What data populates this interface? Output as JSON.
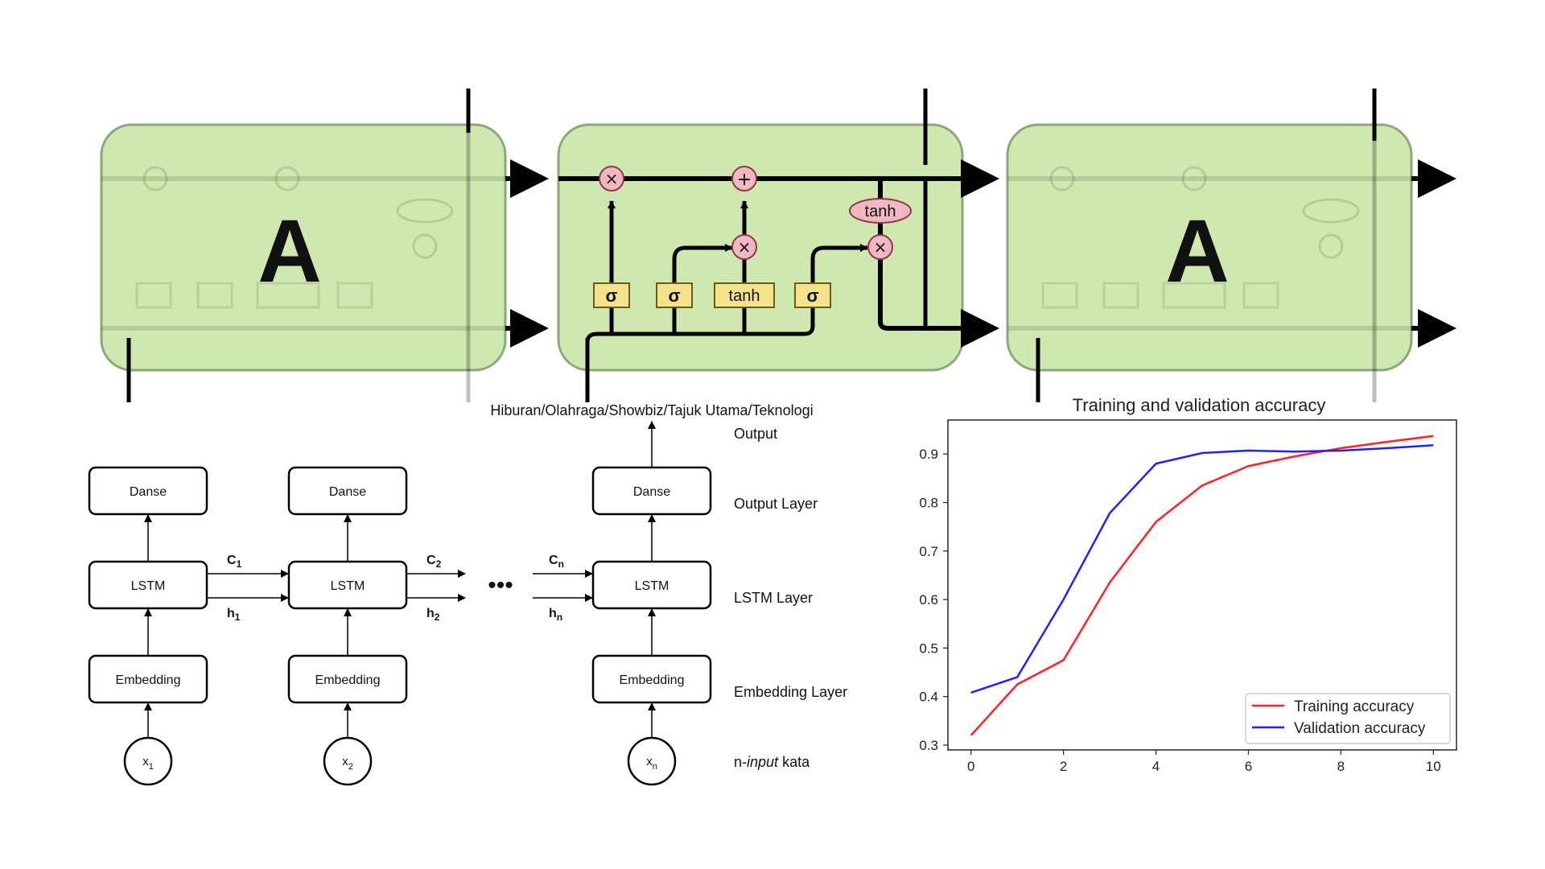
{
  "lstm_chain": {
    "ghost_cell_label": "A",
    "gates": [
      "σ",
      "σ",
      "tanh",
      "σ"
    ],
    "ops": {
      "multiply": "×",
      "add": "+",
      "tanh": "tanh"
    }
  },
  "pipeline": {
    "top_label": "Hiburan/Olahraga/Showbiz/Tajuk Utama/Teknologi",
    "row_labels": {
      "output": "Output",
      "output_layer": "Output Layer",
      "lstm_layer": "LSTM Layer",
      "embedding_layer": "Embedding Layer",
      "input_prefix": "n-",
      "input_italic": "input",
      "input_suffix": " kata"
    },
    "columns": [
      {
        "dense": "Danse",
        "lstm": "LSTM",
        "embedding": "Embedding",
        "input_base": "x",
        "input_sub": "1"
      },
      {
        "dense": "Danse",
        "lstm": "LSTM",
        "embedding": "Embedding",
        "input_base": "x",
        "input_sub": "2"
      },
      {
        "dense": "Danse",
        "lstm": "LSTM",
        "embedding": "Embedding",
        "input_base": "x",
        "input_sub": "n"
      }
    ],
    "state_labels": [
      {
        "c_base": "C",
        "c_sub": "1",
        "h_base": "h",
        "h_sub": "1"
      },
      {
        "c_base": "C",
        "c_sub": "2",
        "h_base": "h",
        "h_sub": "2"
      },
      {
        "c_base": "C",
        "c_sub": "n",
        "h_base": "h",
        "h_sub": "n"
      }
    ],
    "ellipsis": "•••"
  },
  "chart_data": {
    "type": "line",
    "title": "Training and validation accuracy",
    "xlabel": "",
    "ylabel": "",
    "x": [
      0,
      1,
      2,
      3,
      4,
      5,
      6,
      7,
      8,
      9,
      10
    ],
    "series": [
      {
        "name": "Training accuracy",
        "color": "#ff2020",
        "values": [
          0.32,
          0.425,
          0.475,
          0.635,
          0.76,
          0.835,
          0.875,
          0.895,
          0.912,
          0.925,
          0.937
        ]
      },
      {
        "name": "Validation accuracy",
        "color": "#2020ff",
        "values": [
          0.408,
          0.44,
          0.6,
          0.778,
          0.88,
          0.902,
          0.907,
          0.905,
          0.907,
          0.912,
          0.918
        ]
      }
    ],
    "xlim": [
      -0.5,
      10.5
    ],
    "ylim": [
      0.29,
      0.97
    ],
    "xticks": [
      0,
      2,
      4,
      6,
      8,
      10
    ],
    "yticks": [
      0.3,
      0.4,
      0.5,
      0.6,
      0.7,
      0.8,
      0.9
    ],
    "grid": false,
    "legend": "lower-right"
  }
}
